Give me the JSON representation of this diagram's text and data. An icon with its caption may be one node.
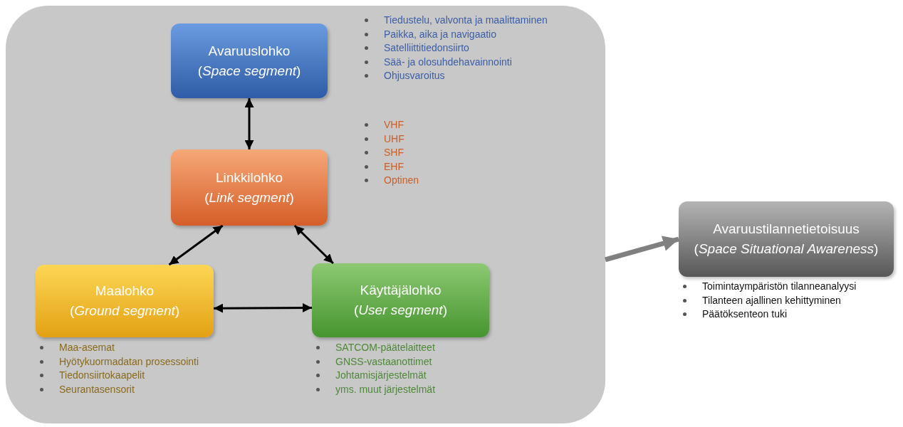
{
  "diagram": {
    "nodes": [
      {
        "text": [],
        "shape": "box"
      },
      {
        "text": [
          "Avaruuslohko",
          "(*Space segment*)"
        ],
        "in": 0,
        "beside": [
          "Tiedustelu, valvonta ja maalittaminen",
          "Paikka, aika ja navigaatio",
          "Satelliittitiedonsiirto",
          "Sää- ja olosuhdehavainnointi",
          "Ohjusvaroitus"
        ]
      },
      {
        "text": [
          "Linkkilohko",
          "(*Link segment*)"
        ],
        "in": 0,
        "beside": [
          "VHF",
          "UHF",
          "SHF",
          "EHF",
          "Optinen"
        ]
      },
      {
        "text": [
          "Maalohko",
          "(*Ground segment*)"
        ],
        "in": 0,
        "beside": [
          "Maa-asemat",
          "Hyötykuormadatan prosessointi",
          "Tiedonsiirtokaapelit",
          "Seurantasensorit"
        ]
      },
      {
        "text": [
          "Käyttäjälohko",
          "(*User segment*)"
        ],
        "in": 0,
        "beside": [
          "SATCOM-päätelaitteet",
          "GNSS-vastaanottimet",
          "Johtamisjärjestelmät",
          "yms. muut järjestelmät"
        ]
      },
      {
        "text": [
          "Avaruustilannetietoisuus",
          "(*Space Situational Awareness*)"
        ],
        "beside": [
          "Toimintaympäristön tilanneanalyysi",
          "Tilanteen ajallinen kehittyminen",
          "Päätöksenteon tuki"
        ]
      }
    ],
    "edges": [
      {
        "from": 1,
        "to": 2,
        "arrow": "both"
      },
      {
        "from": 2,
        "to": 3,
        "arrow": "both"
      },
      {
        "from": 2,
        "to": 4,
        "arrow": "both"
      },
      {
        "from": 3,
        "to": 4,
        "arrow": "both"
      },
      {
        "from": 0,
        "to": 5,
        "arrow": "to",
        "style": "thick",
        "color": "#808080"
      }
    ]
  }
}
